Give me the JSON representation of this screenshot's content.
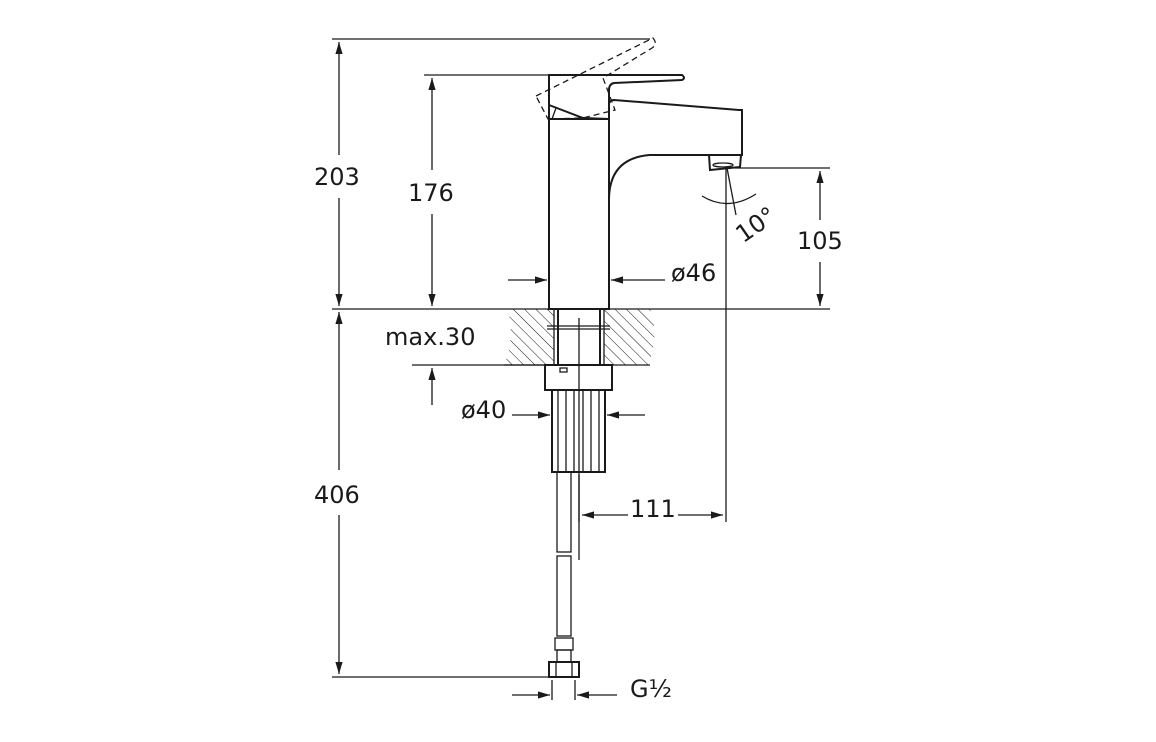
{
  "drawing": {
    "title": "Basin mixer technical drawing",
    "dimensions": {
      "total_height_with_lever": "203",
      "body_height": "176",
      "spout_height": "105",
      "body_diameter": "ø46",
      "max_counter_thickness": "max.30",
      "shank_diameter": "ø40",
      "spout_projection": "111",
      "hose_length": "406",
      "connection_thread": "G½",
      "spout_angle": "10°"
    },
    "colors": {
      "line": "#1a1a1a",
      "background": "#ffffff"
    }
  }
}
